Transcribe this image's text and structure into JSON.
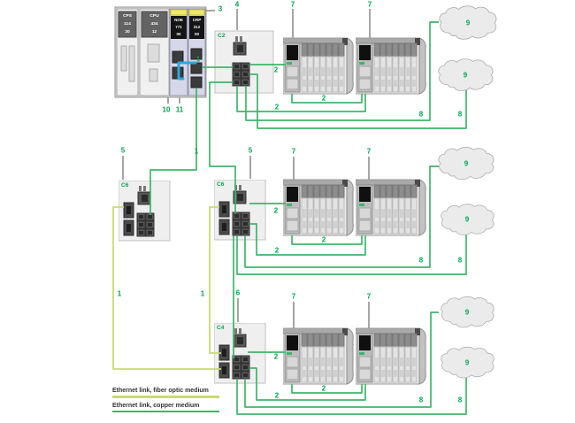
{
  "diagram": {
    "plc": {
      "modules": [
        {
          "l1": "CPS",
          "l2": "114",
          "l3": "20"
        },
        {
          "l1": "CPU",
          "l2": "434",
          "l3": "12"
        },
        {
          "l1": "NOE",
          "l2": "771",
          "l3": "00"
        },
        {
          "l1": "CRP",
          "l2": "312",
          "l3": "00"
        }
      ]
    },
    "switches": [
      {
        "id": "C2"
      },
      {
        "id": "C6"
      },
      {
        "id": "C6"
      },
      {
        "id": "C4"
      }
    ],
    "callouts": [
      {
        "t": "3"
      },
      {
        "t": "4"
      },
      {
        "t": "7"
      },
      {
        "t": "7"
      },
      {
        "t": "1"
      },
      {
        "t": "2"
      },
      {
        "t": "2"
      },
      {
        "t": "2"
      },
      {
        "t": "8"
      },
      {
        "t": "8"
      },
      {
        "t": "9"
      },
      {
        "t": "9"
      },
      {
        "t": "10"
      },
      {
        "t": "11"
      },
      {
        "t": "1"
      },
      {
        "t": "5"
      },
      {
        "t": "5"
      },
      {
        "t": "7"
      },
      {
        "t": "7"
      },
      {
        "t": "2"
      },
      {
        "t": "2"
      },
      {
        "t": "2"
      },
      {
        "t": "8"
      },
      {
        "t": "8"
      },
      {
        "t": "9"
      },
      {
        "t": "9"
      },
      {
        "t": "1"
      },
      {
        "t": "1"
      },
      {
        "t": "6"
      },
      {
        "t": "7"
      },
      {
        "t": "7"
      },
      {
        "t": "2"
      },
      {
        "t": "2"
      },
      {
        "t": "2"
      },
      {
        "t": "8"
      },
      {
        "t": "8"
      },
      {
        "t": "9"
      },
      {
        "t": "9"
      }
    ],
    "legend": {
      "items": [
        {
          "label": "Ethernet link, fiber optic medium",
          "medium": "fiber"
        },
        {
          "label": "Ethernet link, copper medium",
          "medium": "copper"
        }
      ]
    },
    "colors": {
      "copper": "#3fb56a",
      "fiber": "#c9da70",
      "callout": "#00a64f",
      "blue_cable": "#2aa8e0"
    }
  }
}
